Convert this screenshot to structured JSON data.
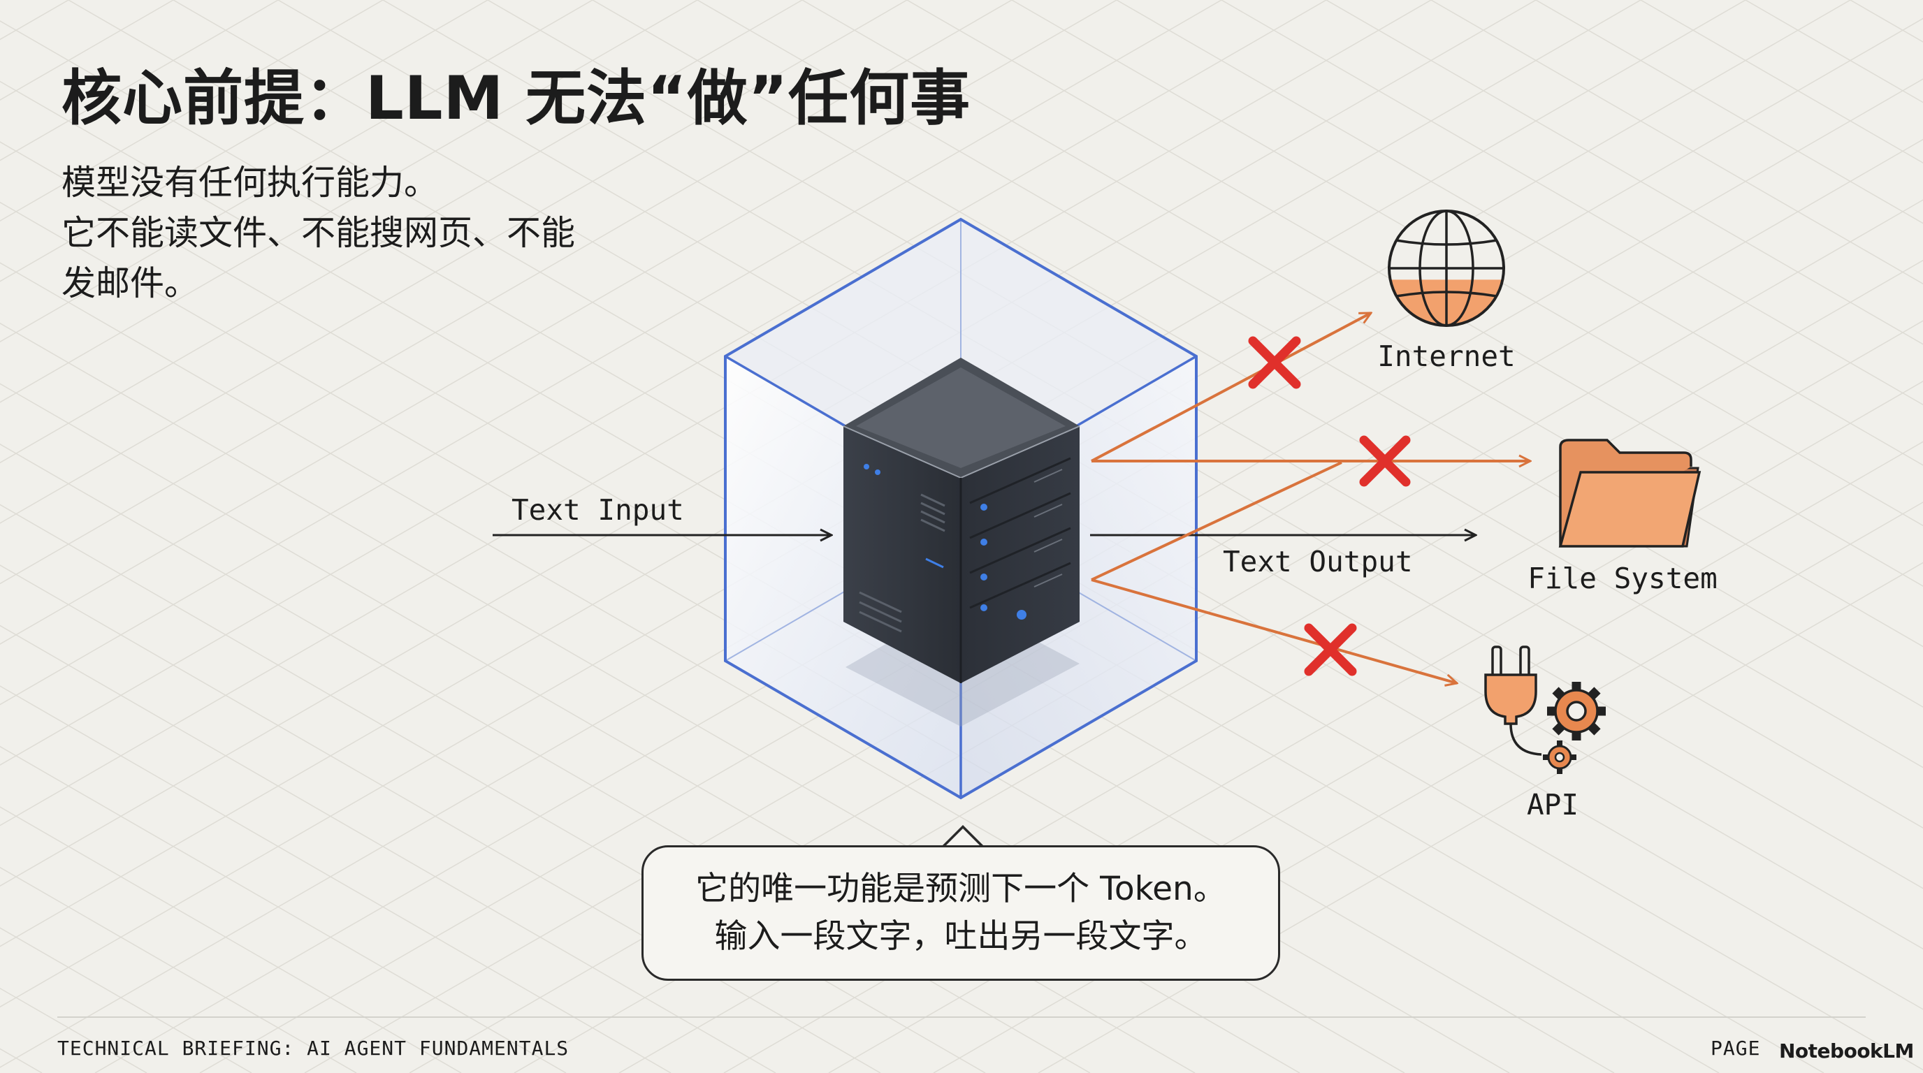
{
  "title": "核心前提：LLM 无法“做”任何事",
  "intro": [
    "模型没有任何执行能力。",
    "它不能读文件、不能搜网页、不能",
    "发邮件。"
  ],
  "diagram": {
    "input_label": "Text Input",
    "output_label": "Text Output",
    "targets": [
      {
        "key": "internet",
        "label": "Internet",
        "icon": "globe-icon",
        "blocked": true
      },
      {
        "key": "file_system",
        "label": "File System",
        "icon": "folder-icon",
        "blocked": true
      },
      {
        "key": "api",
        "label": "API",
        "icon": "plug-gear-icon",
        "blocked": true
      }
    ]
  },
  "callout": [
    "它的唯一功能是预测下一个 Token。",
    "输入一段文字，吐出另一段文字。"
  ],
  "footer": {
    "left": "TECHNICAL BRIEFING: AI AGENT FUNDAMENTALS",
    "page": "PAGE",
    "brand": "NotebookLM"
  },
  "colors": {
    "accent_orange": "#d9733c",
    "blocked_red": "#e0302b",
    "cube_blue": "#4a6fd0",
    "server_dark": "#333942",
    "server_led": "#3f7fe6",
    "background": "#f1f0eb"
  }
}
